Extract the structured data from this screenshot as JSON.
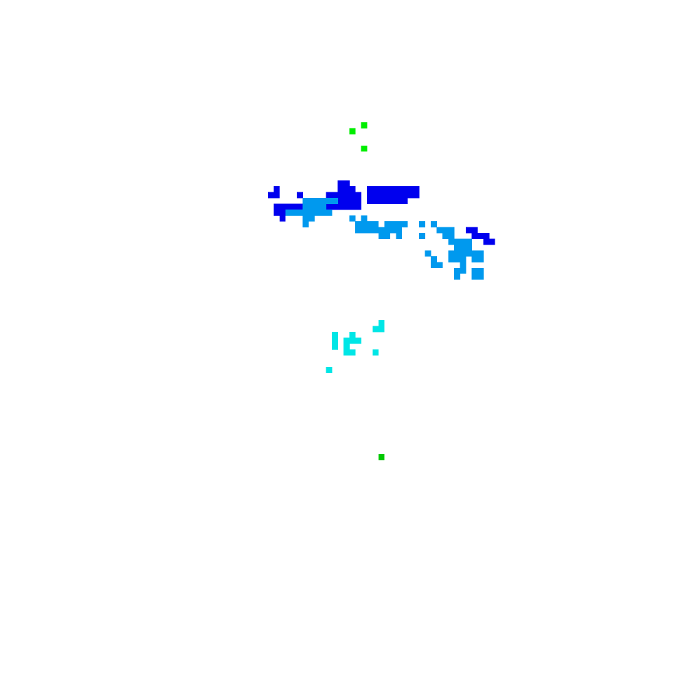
{
  "map": {
    "background": "#ffffff",
    "grid": {
      "cols": 118,
      "rows": 118
    },
    "palette": {
      "dark_blue": "#0000ee",
      "light_blue": "#0099ee",
      "cyan": "#00e6e6",
      "green": "#00ee00",
      "dark_green": "#00c800"
    },
    "features": [
      {
        "name": "green-patch",
        "class": "green",
        "cells": [
          [
            62,
            21
          ],
          [
            60,
            22
          ],
          [
            62,
            25
          ]
        ]
      },
      {
        "name": "dark-blue-band",
        "class": "dark_blue",
        "cells": [
          [
            58,
            31
          ],
          [
            59,
            31
          ],
          [
            47,
            32
          ],
          [
            58,
            32
          ],
          [
            59,
            32
          ],
          [
            60,
            32
          ],
          [
            63,
            32
          ],
          [
            64,
            32
          ],
          [
            65,
            32
          ],
          [
            66,
            32
          ],
          [
            67,
            32
          ],
          [
            68,
            32
          ],
          [
            69,
            32
          ],
          [
            70,
            32
          ],
          [
            71,
            32
          ],
          [
            46,
            33
          ],
          [
            47,
            33
          ],
          [
            51,
            33
          ],
          [
            56,
            33
          ],
          [
            57,
            33
          ],
          [
            58,
            33
          ],
          [
            59,
            33
          ],
          [
            60,
            33
          ],
          [
            61,
            33
          ],
          [
            63,
            33
          ],
          [
            64,
            33
          ],
          [
            65,
            33
          ],
          [
            66,
            33
          ],
          [
            67,
            33
          ],
          [
            68,
            33
          ],
          [
            69,
            33
          ],
          [
            70,
            33
          ],
          [
            71,
            33
          ],
          [
            54,
            34
          ],
          [
            55,
            34
          ],
          [
            56,
            34
          ],
          [
            57,
            34
          ],
          [
            58,
            34
          ],
          [
            59,
            34
          ],
          [
            60,
            34
          ],
          [
            61,
            34
          ],
          [
            63,
            34
          ],
          [
            64,
            34
          ],
          [
            65,
            34
          ],
          [
            66,
            34
          ],
          [
            67,
            34
          ],
          [
            68,
            34
          ],
          [
            69,
            34
          ],
          [
            47,
            35
          ],
          [
            48,
            35
          ],
          [
            49,
            35
          ],
          [
            50,
            35
          ],
          [
            51,
            35
          ],
          [
            52,
            35
          ],
          [
            53,
            35
          ],
          [
            54,
            35
          ],
          [
            55,
            35
          ],
          [
            56,
            35
          ],
          [
            57,
            35
          ],
          [
            58,
            35
          ],
          [
            59,
            35
          ],
          [
            60,
            35
          ],
          [
            61,
            35
          ],
          [
            47,
            36
          ],
          [
            48,
            36
          ],
          [
            49,
            36
          ],
          [
            50,
            36
          ],
          [
            51,
            36
          ],
          [
            48,
            37
          ],
          [
            80,
            39
          ],
          [
            81,
            39
          ],
          [
            81,
            40
          ],
          [
            82,
            40
          ],
          [
            83,
            40
          ],
          [
            83,
            41
          ],
          [
            84,
            41
          ]
        ]
      },
      {
        "name": "light-blue-band",
        "class": "light_blue",
        "cells": [
          [
            52,
            34
          ],
          [
            53,
            34
          ],
          [
            54,
            34
          ],
          [
            55,
            34
          ],
          [
            56,
            34
          ],
          [
            57,
            34
          ],
          [
            52,
            35
          ],
          [
            53,
            35
          ],
          [
            54,
            35
          ],
          [
            55,
            35
          ],
          [
            49,
            36
          ],
          [
            50,
            36
          ],
          [
            51,
            36
          ],
          [
            52,
            36
          ],
          [
            53,
            36
          ],
          [
            54,
            36
          ],
          [
            55,
            36
          ],
          [
            56,
            36
          ],
          [
            52,
            37
          ],
          [
            53,
            37
          ],
          [
            52,
            38
          ],
          [
            60,
            37
          ],
          [
            62,
            37
          ],
          [
            61,
            38
          ],
          [
            62,
            38
          ],
          [
            63,
            38
          ],
          [
            64,
            38
          ],
          [
            66,
            38
          ],
          [
            67,
            38
          ],
          [
            68,
            38
          ],
          [
            69,
            38
          ],
          [
            72,
            38
          ],
          [
            74,
            38
          ],
          [
            61,
            39
          ],
          [
            62,
            39
          ],
          [
            63,
            39
          ],
          [
            64,
            39
          ],
          [
            65,
            39
          ],
          [
            66,
            39
          ],
          [
            67,
            39
          ],
          [
            68,
            39
          ],
          [
            75,
            39
          ],
          [
            76,
            39
          ],
          [
            77,
            39
          ],
          [
            65,
            40
          ],
          [
            66,
            40
          ],
          [
            68,
            40
          ],
          [
            72,
            40
          ],
          [
            76,
            40
          ],
          [
            77,
            40
          ],
          [
            77,
            41
          ],
          [
            78,
            41
          ],
          [
            79,
            41
          ],
          [
            80,
            41
          ],
          [
            78,
            42
          ],
          [
            79,
            42
          ],
          [
            80,
            42
          ],
          [
            73,
            43
          ],
          [
            77,
            43
          ],
          [
            78,
            43
          ],
          [
            79,
            43
          ],
          [
            80,
            43
          ],
          [
            81,
            43
          ],
          [
            82,
            43
          ],
          [
            74,
            44
          ],
          [
            77,
            44
          ],
          [
            78,
            44
          ],
          [
            79,
            44
          ],
          [
            81,
            44
          ],
          [
            82,
            44
          ],
          [
            74,
            45
          ],
          [
            75,
            45
          ],
          [
            79,
            45
          ],
          [
            78,
            46
          ],
          [
            79,
            46
          ],
          [
            81,
            46
          ],
          [
            82,
            46
          ],
          [
            78,
            47
          ],
          [
            81,
            47
          ],
          [
            82,
            47
          ]
        ]
      },
      {
        "name": "cyan-patch",
        "class": "cyan",
        "cells": [
          [
            65,
            55
          ],
          [
            64,
            56
          ],
          [
            65,
            56
          ],
          [
            57,
            57
          ],
          [
            60,
            57
          ],
          [
            57,
            58
          ],
          [
            59,
            58
          ],
          [
            60,
            58
          ],
          [
            61,
            58
          ],
          [
            57,
            59
          ],
          [
            59,
            59
          ],
          [
            59,
            60
          ],
          [
            60,
            60
          ],
          [
            64,
            60
          ],
          [
            56,
            63
          ]
        ]
      },
      {
        "name": "dark-green-spot",
        "class": "dark_green",
        "cells": [
          [
            65,
            78
          ]
        ]
      }
    ]
  }
}
